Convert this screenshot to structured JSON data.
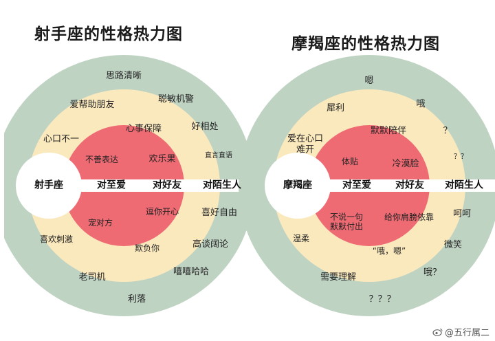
{
  "left": {
    "title": "射手座的性格热力图",
    "center": "射手座",
    "axis": [
      "对至爱",
      "对好友",
      "对陌生人"
    ],
    "outer": [
      "思路清晰",
      "聪敏机警",
      "好相处",
      "直言直语",
      "喜好自由",
      "高谈阔论",
      "嘻嘻哈哈",
      "利落"
    ],
    "middle": [
      "爱帮助朋友",
      "心事保障",
      "欢乐果",
      "逗你开心",
      "欺负你",
      "老司机"
    ],
    "inner": [
      "心口不一",
      "不善表达",
      "宠对方",
      "喜欢刺激"
    ]
  },
  "right": {
    "title": "摩羯座的性格热力图",
    "center": "摩羯座",
    "axis": [
      "对至爱",
      "对好友",
      "对陌生人"
    ],
    "outer": [
      "嗯",
      "哦",
      "？",
      "？？",
      "呵呵",
      "微笑",
      "哦？",
      "？？？"
    ],
    "middle": [
      "犀利",
      "默默陪伴",
      "冷漠脸",
      "给你肩膀依靠",
      "“哦，嗯”",
      "需要理解"
    ],
    "inner": [
      "爱在心口\n难开",
      "体贴",
      "不说一句\n默默付出",
      "温柔"
    ]
  },
  "watermark": "@五行属二",
  "colors": {
    "outer": "#bfd3c3",
    "middle": "#fbe9be",
    "inner": "#ef6b74",
    "center": "#ffffff"
  }
}
